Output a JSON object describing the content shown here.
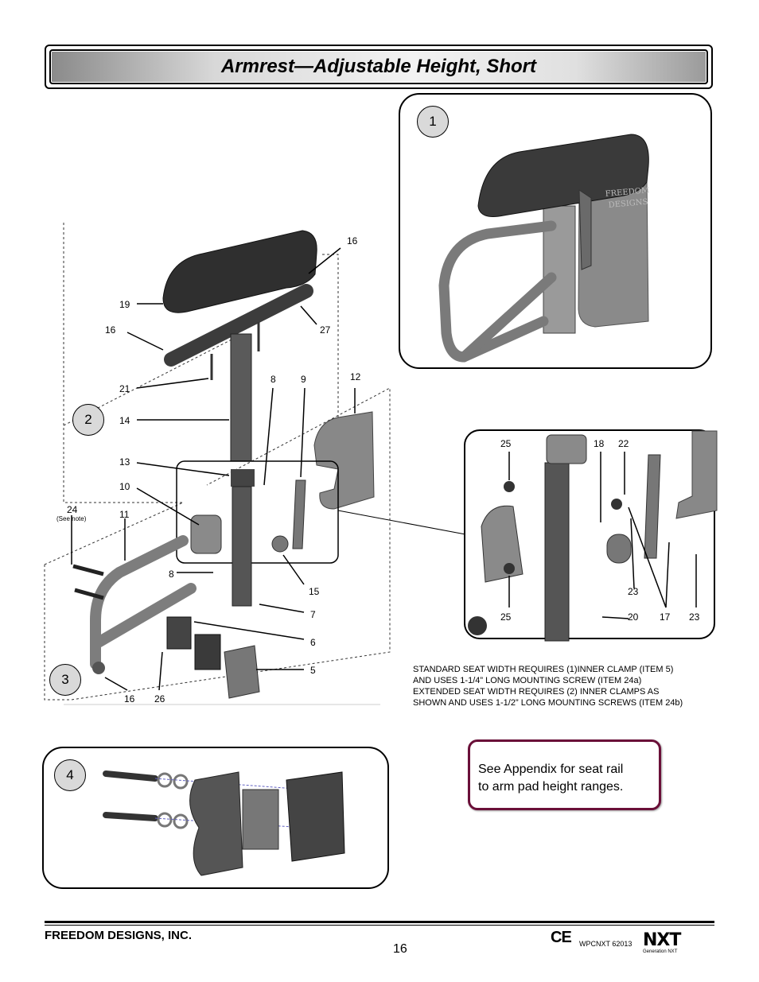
{
  "header": {
    "title": "Armrest—Adjustable Height, Short"
  },
  "views": {
    "view1": {
      "badge": "1"
    },
    "view2": {
      "badge": "2"
    },
    "view3": {
      "badge": "3"
    },
    "view4": {
      "badge": "4"
    }
  },
  "labels": {
    "c16a": "16",
    "c19": "19",
    "c16b": "16",
    "c27": "27",
    "c21": "21",
    "c8a": "8",
    "c9": "9",
    "c12": "12",
    "c14": "14",
    "c13": "13",
    "c10": "10",
    "c24": "24",
    "c24note": "(See note)",
    "c11": "11",
    "c8b": "8",
    "c15": "15",
    "c7": "7",
    "c6": "6",
    "c5": "5",
    "c16c": "16",
    "c26": "26",
    "d25a": "25",
    "d18": "18",
    "d22": "22",
    "d23a": "23",
    "d25b": "25",
    "d20": "20",
    "d17": "17",
    "d23b": "23"
  },
  "plate_text": {
    "line1": "FREEDOM",
    "line2": "DESIGNS"
  },
  "note": {
    "line1": "STANDARD SEAT WIDTH REQUIRES  (1)INNER CLAMP (ITEM 5)",
    "line2": "AND USES 1-1/4” LONG MOUNTING SCREW (ITEM 24a)",
    "line3": "EXTENDED SEAT WIDTH REQUIRES (2) INNER CLAMPS AS",
    "line4": "SHOWN AND USES 1-1/2” LONG MOUNTING SCREWS (ITEM 24b)"
  },
  "appendix": {
    "line1": "See Appendix for seat rail",
    "line2": "to arm pad height ranges."
  },
  "footer": {
    "company": "FREEDOM DESIGNS, INC.",
    "page": "16",
    "ce": "CE",
    "code": "WPCNXT 62013",
    "logo": "NXT",
    "logo_sub": "Generation NXT"
  }
}
